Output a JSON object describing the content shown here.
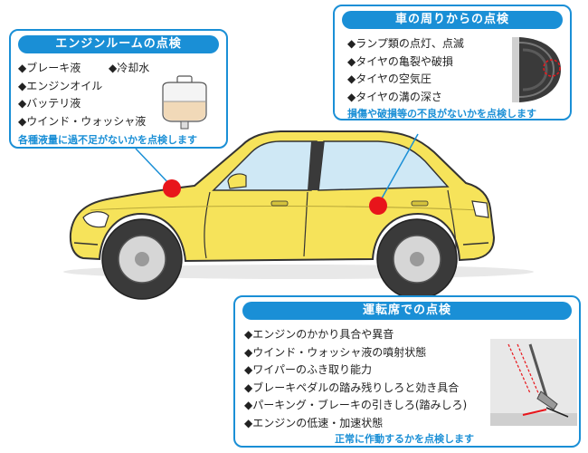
{
  "engine_room": {
    "title": "エンジンルームの点検",
    "items": [
      "◆ブレーキ液",
      "◆エンジンオイル",
      "◆バッテリ液",
      "◆ウインド・ウォッシャ液"
    ],
    "item_extra": "◆冷却水",
    "note": "各種液量に過不足がないかを点検します"
  },
  "around_car": {
    "title": "車の周りからの点検",
    "items": [
      "◆ランプ類の点灯、点滅",
      "◆タイヤの亀裂や破損",
      "◆タイヤの空気圧",
      "◆タイヤの溝の深さ"
    ],
    "note": "損傷や破損等の不良がないかを点検します"
  },
  "driver_seat": {
    "title": "運転席での点検",
    "items": [
      "◆エンジンのかかり具合や異音",
      "◆ウインド・ウォッシャ液の噴射状態",
      "◆ワイパーのふき取り能力",
      "◆ブレーキペダルの踏み残りしろと効き具合",
      "◆パーキング・ブレーキの引きしろ(踏みしろ)",
      "◆エンジンの低速・加速状態"
    ],
    "note": "正常に作動するかを点検します"
  },
  "colors": {
    "accent": "#1a8fd6",
    "car_body": "#f6e35a",
    "marker": "#e8151b"
  },
  "icons": [
    "reservoir-tank-icon",
    "tire-icon",
    "brake-pedal-icon",
    "car-illustration"
  ]
}
